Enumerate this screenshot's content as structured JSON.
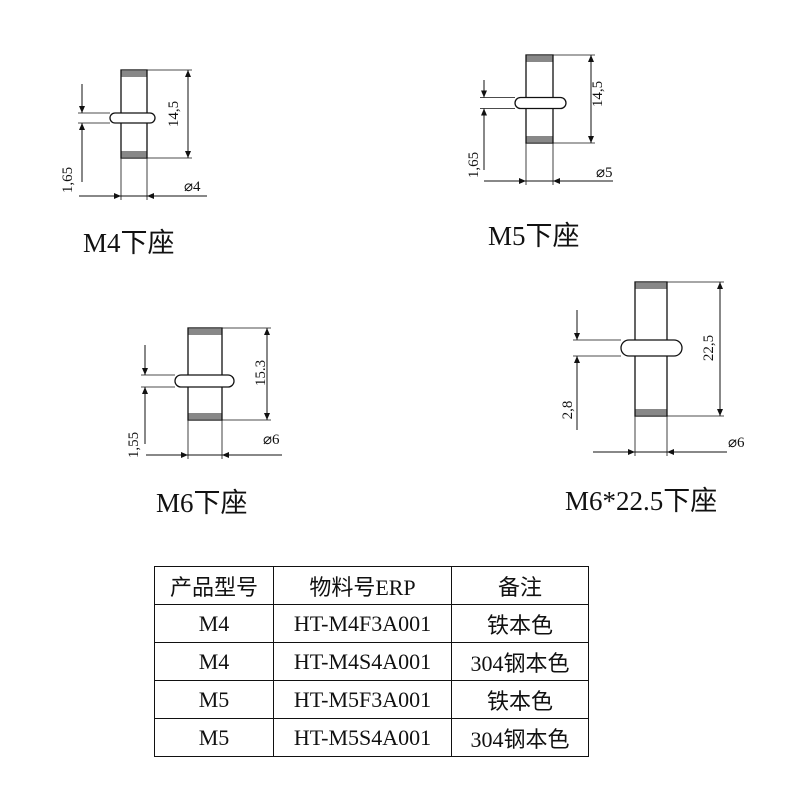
{
  "drawings": [
    {
      "id": "m4",
      "caption": "M4下座",
      "height_dim": "14,5",
      "offset_dim": "1,65",
      "dia_dim": "⌀4"
    },
    {
      "id": "m5",
      "caption": "M5下座",
      "height_dim": "14,5",
      "offset_dim": "1,65",
      "dia_dim": "⌀5"
    },
    {
      "id": "m6",
      "caption": "M6下座",
      "height_dim": "15.3",
      "offset_dim": "1,55",
      "dia_dim": "⌀6"
    },
    {
      "id": "m6l",
      "caption": "M6*22.5下座",
      "height_dim": "22,5",
      "offset_dim": "2,8",
      "dia_dim": "⌀6"
    }
  ],
  "table": {
    "headers": [
      "产品型号",
      "物料号ERP",
      "备注"
    ],
    "rows": [
      [
        "M4",
        "HT-M4F3A001",
        "铁本色"
      ],
      [
        "M4",
        "HT-M4S4A001",
        "304钢本色"
      ],
      [
        "M5",
        "HT-M5F3A001",
        "铁本色"
      ],
      [
        "M5",
        "HT-M5S4A001",
        "304钢本色"
      ]
    ]
  }
}
